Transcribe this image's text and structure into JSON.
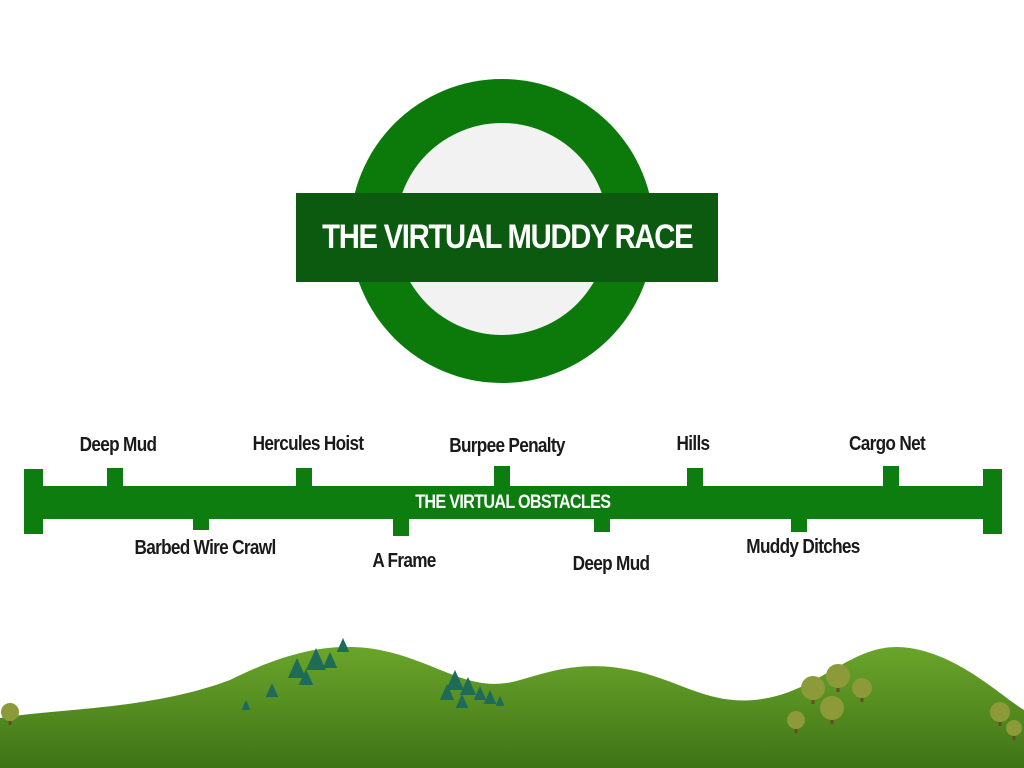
{
  "logo": {
    "title": "THE VIRTUAL MUDDY RACE",
    "colors": {
      "ring": "#0b7a0b",
      "inner": "#f2f2f2",
      "bar": "#0c5a10"
    }
  },
  "track": {
    "label": "THE VIRTUAL OBSTACLES",
    "color": "#0e7d10"
  },
  "obstacles_top": [
    {
      "label": "Deep Mud"
    },
    {
      "label": "Hercules Hoist"
    },
    {
      "label": "Burpee Penalty"
    },
    {
      "label": "Hills"
    },
    {
      "label": "Cargo Net"
    }
  ],
  "obstacles_bottom": [
    {
      "label": "Barbed Wire Crawl"
    },
    {
      "label": "A Frame"
    },
    {
      "label": "Deep Mud"
    },
    {
      "label": "Muddy Ditches"
    }
  ],
  "landscape": {
    "hill_color": "#5f9423",
    "hill_dark": "#3f7417",
    "pine_color": "#1f6b5a",
    "tree_color": "#8d9a3a",
    "trunk_color": "#6b4a2a"
  }
}
